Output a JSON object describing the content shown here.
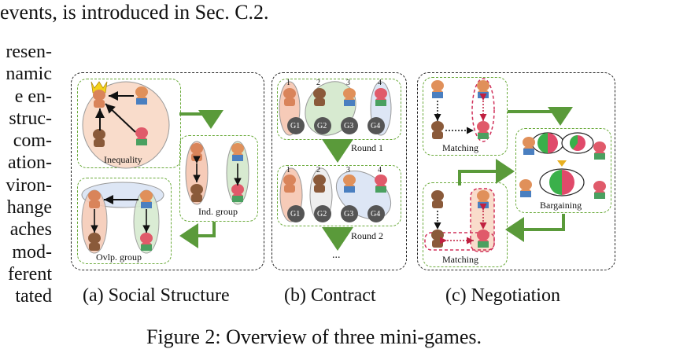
{
  "top_text": "events, is introduced in Sec. C.2.",
  "left_column": [
    "resen-",
    "namic",
    "e en-",
    "struc-",
    "com-",
    "ation-",
    "viron-",
    "hange",
    "aches",
    "mod-",
    "ferent",
    "tated"
  ],
  "panels": {
    "social": {
      "caption": "(a) Social Structure",
      "labels": {
        "inequality": "Inequality",
        "ind_group": "Ind. group",
        "ovlp_group": "Ovlp. group"
      }
    },
    "contract": {
      "caption": "(b) Contract",
      "groups": [
        "G1",
        "G2",
        "G3",
        "G4"
      ],
      "agent_numbers": [
        "1",
        "2",
        "3",
        "4"
      ],
      "round1": "Round 1",
      "round2": "Round 2",
      "ellipsis": "..."
    },
    "negotiation": {
      "caption": "(c) Negotiation",
      "labels": {
        "matching_top": "Matching",
        "bargaining": "Bargaining",
        "matching_bottom": "Matching"
      }
    }
  },
  "figure_caption": "Figure 2: Overview of three mini-games.",
  "colors": {
    "green_arrow": "#5a9a3a",
    "agent_a": "#d9845a",
    "agent_b": "#8a5a3a",
    "agent_c": "#e0905a",
    "agent_d": "#4a7fc0",
    "agent_e": "#e05a6a",
    "pink": "#d0305a"
  }
}
